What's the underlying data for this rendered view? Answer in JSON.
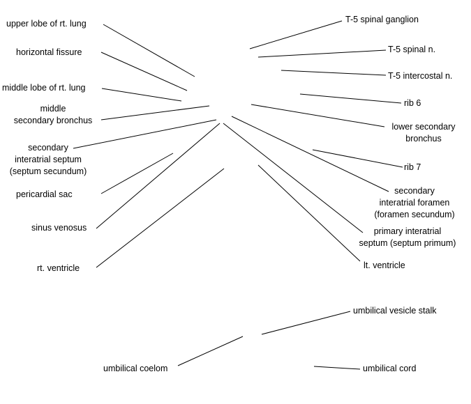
{
  "labels": {
    "upper_lobe_rt_lung": "upper lobe of rt. lung",
    "horizontal_fissure": "horizontal fissure",
    "middle_lobe_rt_lung": "middle lobe of rt. lung",
    "middle_secondary_bronchus": [
      "middle",
      "secondary bronchus"
    ],
    "secondary_interatrial_septum": [
      "secondary",
      "interatrial septum",
      "(septum secundum)"
    ],
    "pericardial_sac": "pericardial sac",
    "sinus_venosus": "sinus venosus",
    "rt_ventricle": "rt. ventricle",
    "umbilical_coelom": "umbilical coelom",
    "t5_spinal_ganglion": "T-5 spinal ganglion",
    "t5_spinal_n": "T-5 spinal n.",
    "t5_intercostal_n": "T-5 intercostal n.",
    "rib_6": "rib 6",
    "lower_secondary_bronchus": [
      "lower secondary",
      "bronchus"
    ],
    "rib_7": "rib 7",
    "secondary_interatrial_foramen": [
      "secondary",
      "interatrial foramen",
      "(foramen secundum)"
    ],
    "primary_interatrial_septum": [
      "primary interatrial",
      "septum (septum primum)"
    ],
    "lt_ventricle": "lt. ventricle",
    "umbilical_vesicle_stalk": "umbilical vesicle stalk",
    "umbilical_cord": "umbilical cord"
  },
  "colors": {
    "text": "#000000",
    "leader_lines": "#000000",
    "background": "#ffffff"
  }
}
